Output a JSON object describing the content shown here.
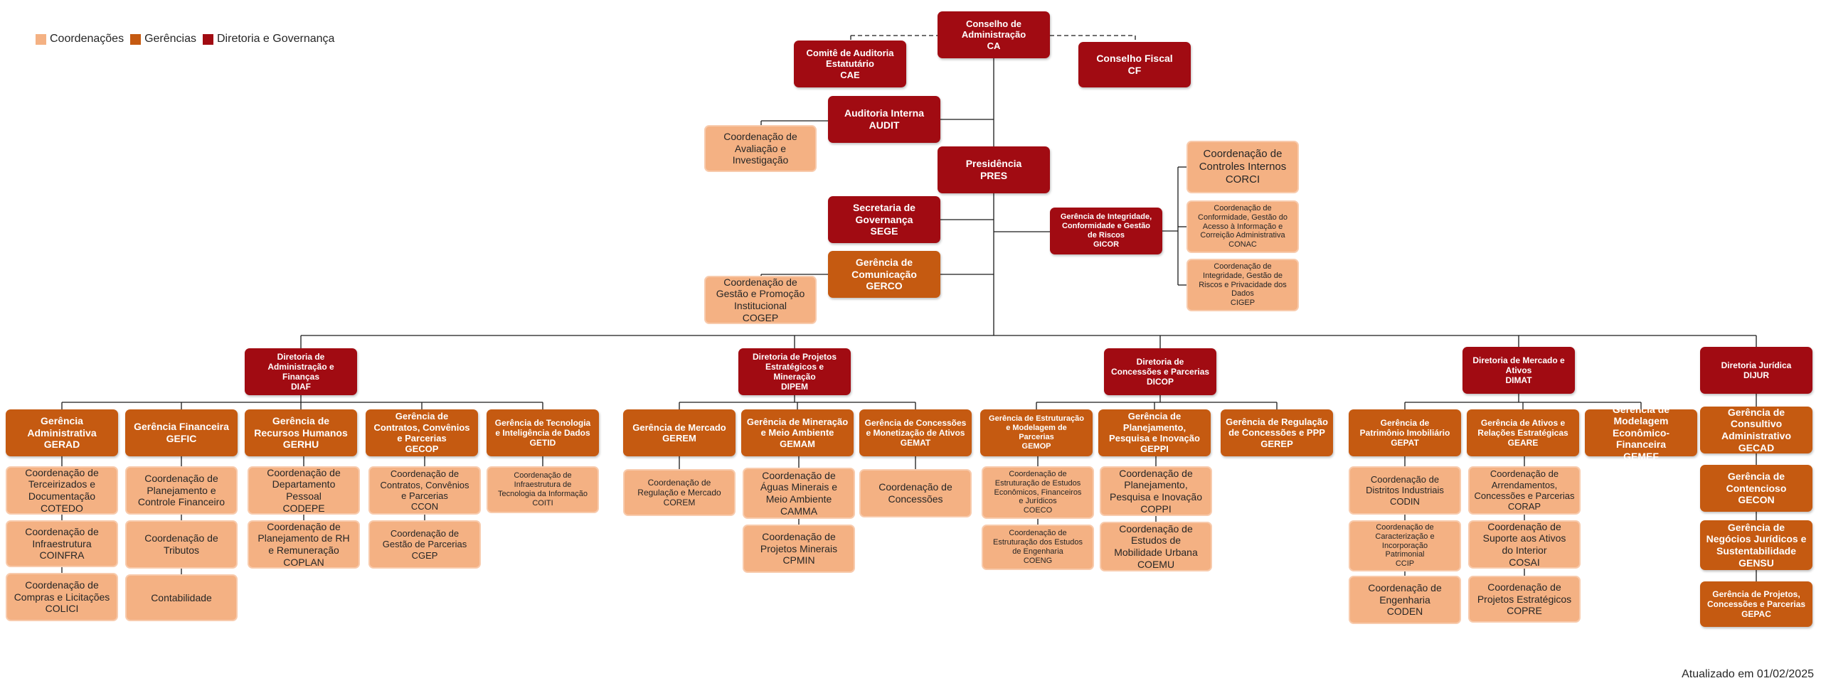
{
  "legend": [
    {
      "label": "Coordenações",
      "color": "#f4b183"
    },
    {
      "label": "Gerências",
      "color": "#c55a11"
    },
    {
      "label": "Diretoria e Governança",
      "color": "#a10b12"
    }
  ],
  "footer": "Atualizado em 01/02/2025",
  "nodes": [
    {
      "id": "ca",
      "kind": "dir",
      "lines": [
        "Conselho de",
        "Administração",
        "CA"
      ]
    },
    {
      "id": "cae",
      "kind": "dir",
      "lines": [
        "Comitê de Auditoria",
        "Estatutário",
        "CAE"
      ]
    },
    {
      "id": "cf",
      "kind": "dir",
      "lines": [
        "Conselho Fiscal",
        "CF"
      ]
    },
    {
      "id": "audit",
      "kind": "dir",
      "lines": [
        "Auditoria Interna",
        "AUDIT"
      ]
    },
    {
      "id": "coavi",
      "kind": "coo",
      "lines": [
        "Coordenação de",
        "Avaliação e",
        "Investigação"
      ]
    },
    {
      "id": "pres",
      "kind": "dir",
      "lines": [
        "Presidência",
        "PRES"
      ]
    },
    {
      "id": "sege",
      "kind": "dir",
      "lines": [
        "Secretaria de",
        "Governança",
        "SEGE"
      ]
    },
    {
      "id": "gerco",
      "kind": "ger",
      "lines": [
        "Gerência de",
        "Comunicação",
        "GERCO"
      ]
    },
    {
      "id": "cogep",
      "kind": "coo",
      "lines": [
        "Coordenação de",
        "Gestão e Promoção",
        "Institucional",
        "COGEP"
      ]
    },
    {
      "id": "gicor",
      "kind": "dir",
      "lines": [
        "Gerência de Integridade,",
        "Conformidade e Gestão",
        "de Riscos",
        "GICOR"
      ]
    },
    {
      "id": "corci",
      "kind": "coo",
      "lines": [
        "Coordenação de",
        "Controles Internos",
        "CORCI"
      ]
    },
    {
      "id": "conac",
      "kind": "coo",
      "lines": [
        "Coordenação de",
        "Conformidade, Gestão do",
        "Acesso à Informação e",
        "Correição Administrativa",
        "CONAC"
      ]
    },
    {
      "id": "cigep",
      "kind": "coo",
      "lines": [
        "Coordenação de",
        "Integridade, Gestão de",
        "Riscos e Privacidade dos",
        "Dados",
        "CIGEP"
      ]
    },
    {
      "id": "diaf",
      "kind": "dir",
      "lines": [
        "Diretoria de",
        "Administração e",
        "Finanças",
        "DIAF"
      ]
    },
    {
      "id": "dipem",
      "kind": "dir",
      "lines": [
        "Diretoria de Projetos",
        "Estratégicos e",
        "Mineração",
        "DIPEM"
      ]
    },
    {
      "id": "dicop",
      "kind": "dir",
      "lines": [
        "Diretoria de",
        "Concessões e Parcerias",
        "DICOP"
      ]
    },
    {
      "id": "dimat",
      "kind": "dir",
      "lines": [
        "Diretoria de Mercado e",
        "Ativos",
        "DIMAT"
      ]
    },
    {
      "id": "dijur",
      "kind": "dir",
      "lines": [
        "Diretoria Jurídica",
        "DIJUR"
      ]
    },
    {
      "id": "gerad",
      "kind": "ger",
      "lines": [
        "Gerência",
        "Administrativa",
        "GERAD"
      ]
    },
    {
      "id": "gefic",
      "kind": "ger",
      "lines": [
        "Gerência Financeira",
        "GEFIC"
      ]
    },
    {
      "id": "gerhu",
      "kind": "ger",
      "lines": [
        "Gerência de",
        "Recursos Humanos",
        "GERHU"
      ]
    },
    {
      "id": "gecop",
      "kind": "ger",
      "lines": [
        "Gerência de",
        "Contratos, Convênios",
        "e Parcerias",
        "GECOP"
      ]
    },
    {
      "id": "getid",
      "kind": "ger",
      "lines": [
        "Gerência de Tecnologia",
        "e Inteligência de Dados",
        "GETID"
      ]
    },
    {
      "id": "cotedo",
      "kind": "coo",
      "lines": [
        "Coordenação de",
        "Terceirizados e",
        "Documentação",
        "COTEDO"
      ]
    },
    {
      "id": "coinfra",
      "kind": "coo",
      "lines": [
        "Coordenação de",
        "Infraestrutura",
        "COINFRA"
      ]
    },
    {
      "id": "colici",
      "kind": "coo",
      "lines": [
        "Coordenação de",
        "Compras e Licitações",
        "COLICI"
      ]
    },
    {
      "id": "coplafin",
      "kind": "coo",
      "lines": [
        "Coordenação de",
        "Planejamento e",
        "Controle Financeiro"
      ]
    },
    {
      "id": "cotrib",
      "kind": "coo",
      "lines": [
        "Coordenação de",
        "Tributos"
      ]
    },
    {
      "id": "contab",
      "kind": "coo",
      "lines": [
        "Contabilidade"
      ]
    },
    {
      "id": "codepe",
      "kind": "coo",
      "lines": [
        "Coordenação de",
        "Departamento",
        "Pessoal",
        "CODEPE"
      ]
    },
    {
      "id": "coplan",
      "kind": "coo",
      "lines": [
        "Coordenação de",
        "Planejamento de RH",
        "e Remuneração",
        "COPLAN"
      ]
    },
    {
      "id": "ccon",
      "kind": "coo",
      "lines": [
        "Coordenação de",
        "Contratos, Convênios",
        "e Parcerias",
        "CCON"
      ]
    },
    {
      "id": "cgep",
      "kind": "coo",
      "lines": [
        "Coordenação de",
        "Gestão de Parcerias",
        "CGEP"
      ]
    },
    {
      "id": "coiti",
      "kind": "coo",
      "lines": [
        "Coordenação de",
        "Infraestrutura de",
        "Tecnologia da Informação",
        "COITI"
      ]
    },
    {
      "id": "gerem",
      "kind": "ger",
      "lines": [
        "Gerência de Mercado",
        "GEREM"
      ]
    },
    {
      "id": "gemam",
      "kind": "ger",
      "lines": [
        "Gerência de Mineração",
        "e Meio Ambiente",
        "GEMAM"
      ]
    },
    {
      "id": "gemat",
      "kind": "ger",
      "lines": [
        "Gerência de Concessões",
        "e Monetização de Ativos",
        "GEMAT"
      ]
    },
    {
      "id": "corem",
      "kind": "coo",
      "lines": [
        "Coordenação de",
        "Regulação e Mercado",
        "COREM"
      ]
    },
    {
      "id": "camma",
      "kind": "coo",
      "lines": [
        "Coordenação de",
        "Águas Minerais e",
        "Meio Ambiente",
        "CAMMA"
      ]
    },
    {
      "id": "cpmin",
      "kind": "coo",
      "lines": [
        "Coordenação de",
        "Projetos Minerais",
        "CPMIN"
      ]
    },
    {
      "id": "cocon",
      "kind": "coo",
      "lines": [
        "Coordenação de",
        "Concessões"
      ]
    },
    {
      "id": "gemop",
      "kind": "ger",
      "lines": [
        "Gerência de Estruturação",
        "e Modelagem de",
        "Parcerias",
        "GEMOP"
      ]
    },
    {
      "id": "geppi",
      "kind": "ger",
      "lines": [
        "Gerência de",
        "Planejamento,",
        "Pesquisa e Inovação",
        "GEPPI"
      ]
    },
    {
      "id": "gerep",
      "kind": "ger",
      "lines": [
        "Gerência de Regulação",
        "de Concessões e PPP",
        "GEREP"
      ]
    },
    {
      "id": "coeco",
      "kind": "coo",
      "lines": [
        "Coordenação de",
        "Estruturação de Estudos",
        "Econômicos, Financeiros",
        "e Jurídicos",
        "COECO"
      ]
    },
    {
      "id": "coeng",
      "kind": "coo",
      "lines": [
        "Coordenação de",
        "Estruturação dos Estudos",
        "de Engenharia",
        "COENG"
      ]
    },
    {
      "id": "coppi",
      "kind": "coo",
      "lines": [
        "Coordenação de",
        "Planejamento,",
        "Pesquisa e Inovação",
        "COPPI"
      ]
    },
    {
      "id": "coemu",
      "kind": "coo",
      "lines": [
        "Coordenação de",
        "Estudos de",
        "Mobilidade Urbana",
        "COEMU"
      ]
    },
    {
      "id": "gepat",
      "kind": "ger",
      "lines": [
        "Gerência de",
        "Patrimônio Imobiliário",
        "GEPAT"
      ]
    },
    {
      "id": "geare",
      "kind": "ger",
      "lines": [
        "Gerência de Ativos e",
        "Relações Estratégicas",
        "GEARE"
      ]
    },
    {
      "id": "gemef",
      "kind": "ger",
      "lines": [
        "Gerência de",
        "Modelagem",
        "Econômico-Financeira",
        "GEMEF"
      ]
    },
    {
      "id": "codin",
      "kind": "coo",
      "lines": [
        "Coordenação de",
        "Distritos Industriais",
        "CODIN"
      ]
    },
    {
      "id": "ccip",
      "kind": "coo",
      "lines": [
        "Coordenação de",
        "Caracterização e",
        "Incorporação",
        "Patrimonial",
        "CCIP"
      ]
    },
    {
      "id": "coden",
      "kind": "coo",
      "lines": [
        "Coordenação de",
        "Engenharia",
        "CODEN"
      ]
    },
    {
      "id": "corap",
      "kind": "coo",
      "lines": [
        "Coordenação de",
        "Arrendamentos,",
        "Concessões e Parcerias",
        "CORAP"
      ]
    },
    {
      "id": "cosai",
      "kind": "coo",
      "lines": [
        "Coordenação de",
        "Suporte aos Ativos",
        "do Interior",
        "COSAI"
      ]
    },
    {
      "id": "copre",
      "kind": "coo",
      "lines": [
        "Coordenação de",
        "Projetos Estratégicos",
        "COPRE"
      ]
    },
    {
      "id": "gecad",
      "kind": "ger",
      "lines": [
        "Gerência de",
        "Consultivo",
        "Administrativo",
        "GECAD"
      ]
    },
    {
      "id": "gecon",
      "kind": "ger",
      "lines": [
        "Gerência de",
        "Contencioso",
        "GECON"
      ]
    },
    {
      "id": "gensu",
      "kind": "ger",
      "lines": [
        "Gerência de",
        "Negócios Jurídicos e",
        "Sustentabilidade",
        "GENSU"
      ]
    },
    {
      "id": "gepac",
      "kind": "ger",
      "lines": [
        "Gerência de Projetos,",
        "Concessões e Parcerias",
        "GEPAC"
      ]
    }
  ]
}
